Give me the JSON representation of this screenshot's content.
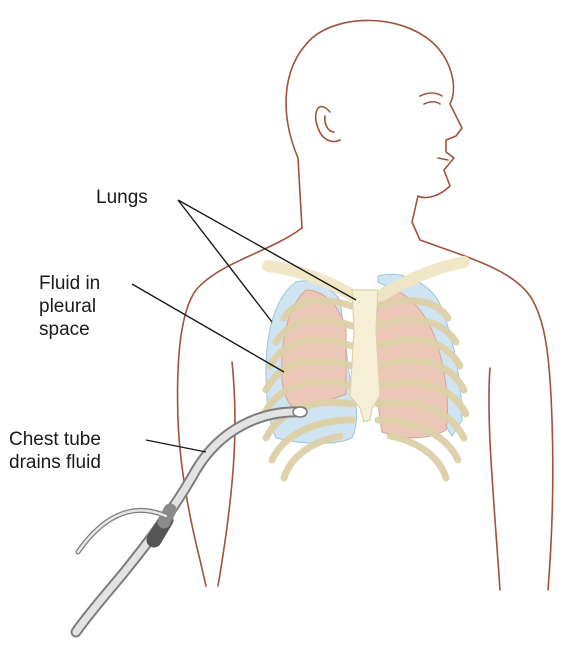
{
  "labels": {
    "lungs": "Lungs",
    "fluid": [
      "Fluid in",
      "pleural",
      "space"
    ],
    "chest_tube": [
      "Chest tube",
      "drains fluid"
    ]
  },
  "colors": {
    "outline": "#a0523a",
    "lung_fill": "#ecc7b8",
    "fluid_fill": "#cfe4f1",
    "ribs": "#f4ecd0",
    "tube": "#d9d9d9",
    "leader_lines": "#1a1a1a"
  }
}
